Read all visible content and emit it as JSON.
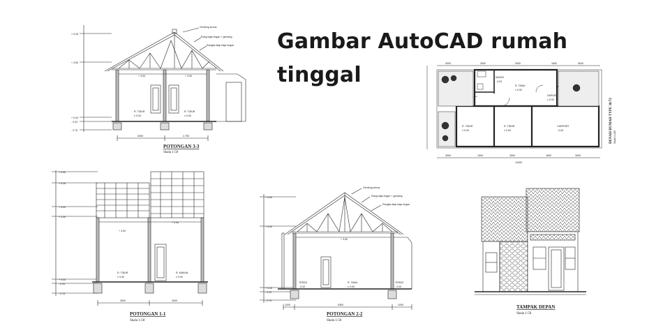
{
  "title": {
    "line1": "Gambar AutoCAD rumah",
    "line2": "tinggal"
  },
  "potongan33": {
    "caption": "POTONGAN 3-3",
    "scale": "Skala 1:50",
    "levels": [
      "+ 5.26",
      "+ 3.50",
      "+ 0.00",
      "- 0.20",
      "- 0.75"
    ],
    "callouts": [
      "Genteng keous",
      "Rang baja ringan + gentang",
      "Rangka atap baja ringan"
    ],
    "rooms": [
      {
        "name": "R. TIDUR",
        "elev": "± 0.00"
      },
      {
        "name": "R. TIDUR",
        "elev": "± 0.00"
      }
    ],
    "ceil": [
      "+ 3.00",
      "+ 3.00"
    ],
    "dims": [
      "3000",
      "2.750"
    ]
  },
  "potongan11": {
    "caption": "POTONGAN 1-1",
    "scale": "Skala 1:50",
    "levels": [
      "+ 5.90",
      "+ 5.26",
      "+ 4.00",
      "+ 3.50",
      "+ 0.00",
      "- 0.20",
      "- 0.75"
    ],
    "rooms": [
      {
        "name": "R. TIDUR",
        "elev": "± 0.00"
      },
      {
        "name": "R. MAKAN",
        "elev": "± 0.00"
      }
    ],
    "ceil": [
      "+ 3.00",
      "+ 3.50"
    ],
    "dims": [
      "3000",
      "3000"
    ]
  },
  "potongan22": {
    "caption": "POTONGAN 2-2",
    "scale": "Skala 1:50",
    "levels": [
      "+ 5.60",
      "+ 4.00",
      "+ 0.00",
      "- 0.20",
      "- 0.75"
    ],
    "callouts": [
      "Genteng keous",
      "Rang baja ringan + gentang",
      "Rangka atap baja ringan"
    ],
    "rooms": [
      {
        "name": "TERAS",
        "elev": "- 0.02"
      },
      {
        "name": "R. TAMU",
        "elev": "± 0.00"
      },
      {
        "name": "TERAS",
        "elev": "- 0.00"
      }
    ],
    "ceil": [
      "+ 3.50"
    ],
    "dims": [
      "1000",
      "5300",
      "1000"
    ]
  },
  "denah": {
    "caption": "DENAH RUMAH TYPE 36/72",
    "scale": "Skala 1:100",
    "rooms": [
      {
        "name": "R. TIDUR",
        "elev": "± 0.00"
      },
      {
        "name": "R. TIDUR",
        "elev": "± 0.00"
      },
      {
        "name": "CARPORT",
        "elev": "- 0.00"
      },
      {
        "name": "R. TAMU",
        "elev": "± 0.00"
      },
      {
        "name": "KM/WC",
        "elev": "- 0.02"
      },
      {
        "name": "DAPUR",
        "elev": "± 0.00"
      }
    ],
    "dims_top": [
      "3000",
      "2500",
      "3000",
      "1800",
      "5000"
    ],
    "dims_bottom": [
      "3000",
      "1000",
      "3000",
      "1800",
      "3000"
    ],
    "total": "12000"
  },
  "tampak": {
    "caption": "TAMPAK DEPAN",
    "scale": "Skala 1:50"
  }
}
